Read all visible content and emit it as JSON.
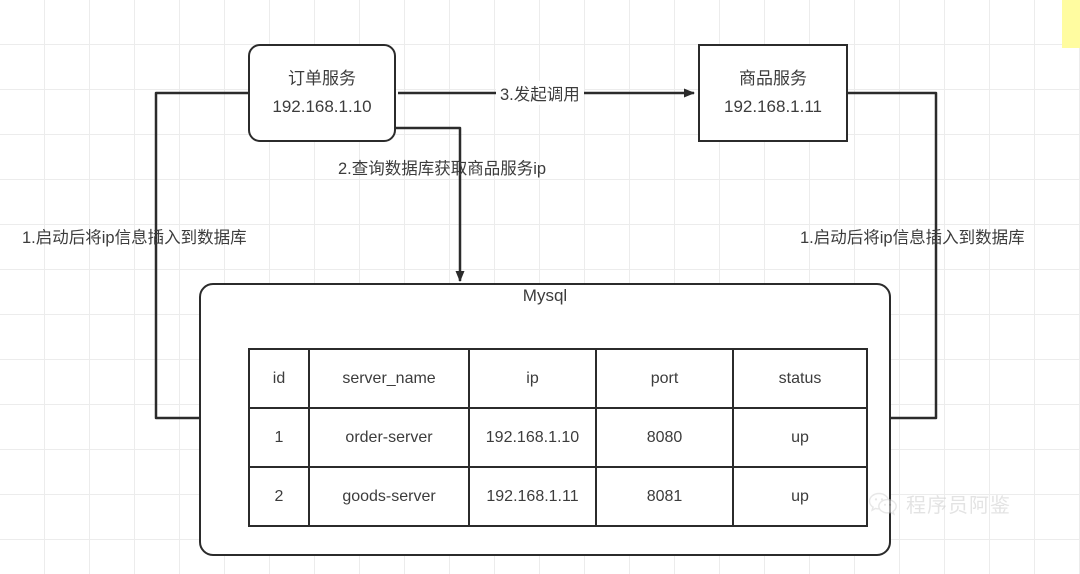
{
  "canvas": {
    "background_color": "#ffffff",
    "grid_color": "#ececec",
    "accent_strip_color": "#fffca0"
  },
  "nodes": [
    {
      "id": "order-service",
      "title": "订单服务",
      "ip": "192.168.1.10",
      "shape": "rounded-rect"
    },
    {
      "id": "goods-service",
      "title": "商品服务",
      "ip": "192.168.1.11",
      "shape": "rect"
    }
  ],
  "database": {
    "label": "Mysql",
    "table": {
      "headers": [
        "id",
        "server_name",
        "ip",
        "port",
        "status"
      ],
      "rows": [
        [
          "1",
          "order-server",
          "192.168.1.10",
          "8080",
          "up"
        ],
        [
          "2",
          "goods-server",
          "192.168.1.11",
          "8081",
          "up"
        ]
      ]
    }
  },
  "edges": [
    {
      "id": "insert-left",
      "label": "1.启动后将ip信息插入到数据库",
      "from": "order-service",
      "to": "mysql"
    },
    {
      "id": "insert-right",
      "label": "1.启动后将ip信息插入到数据库",
      "from": "goods-service",
      "to": "mysql"
    },
    {
      "id": "query",
      "label": "2.查询数据库获取商品服务ip",
      "from": "order-service",
      "to": "mysql"
    },
    {
      "id": "call",
      "label": "3.发起调用",
      "from": "order-service",
      "to": "goods-service"
    }
  ],
  "watermark": {
    "icon": "wechat-icon",
    "text": "程序员阿鉴"
  }
}
